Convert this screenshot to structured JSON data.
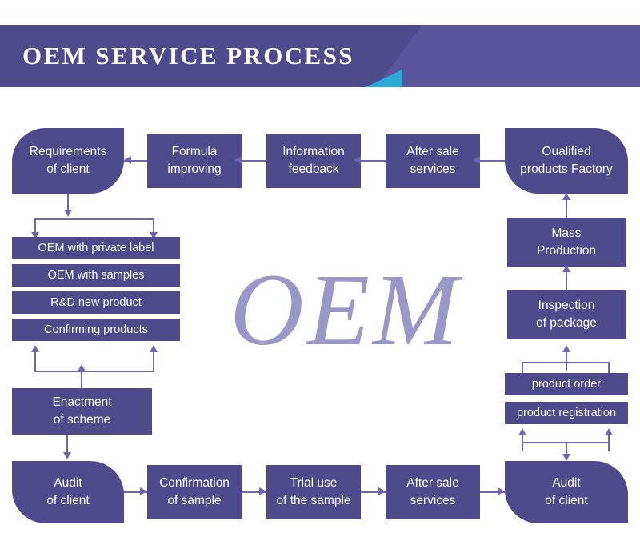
{
  "header": {
    "title": "OEM SERVICE PROCESS",
    "colors": {
      "banner_dark": "#4e4a8c",
      "banner_light": "#5b569b",
      "accent_cyan": "#29abd4"
    }
  },
  "watermark": {
    "text": "OEM",
    "color": "#9a98c6"
  },
  "palette": {
    "box_fill": "#4e4a8c",
    "box_text": "#ffffff",
    "connector": "#6c67ae",
    "page_background": "#ffffff"
  },
  "top_row": [
    {
      "name": "requirements-of-client",
      "line1": "Requirements",
      "line2": "of client",
      "shape": "leaf-a"
    },
    {
      "name": "formula-improving",
      "line1": "Formula",
      "line2": "improving",
      "shape": "rect"
    },
    {
      "name": "information-feedback",
      "line1": "Information",
      "line2": "feedback",
      "shape": "rect"
    },
    {
      "name": "after-sale-services-top",
      "line1": "After sale",
      "line2": "services",
      "shape": "rect"
    },
    {
      "name": "oualified-products-factory",
      "line1": "Oualified",
      "line2": "products Factory",
      "shape": "leaf-b"
    }
  ],
  "left_stack": [
    {
      "name": "oem-with-private-label",
      "label": "OEM with private label"
    },
    {
      "name": "oem-with-samples",
      "label": "OEM with samples"
    },
    {
      "name": "rd-new-product",
      "label": "R&D new product"
    },
    {
      "name": "confirming-products",
      "label": "Confirming products"
    }
  ],
  "left_lower": {
    "enactment": {
      "name": "enactment-of-scheme",
      "line1": "Enactment",
      "line2": "of scheme"
    }
  },
  "right_column": [
    {
      "name": "mass-production",
      "line1": "Mass",
      "line2": "Production"
    },
    {
      "name": "inspection-of-package",
      "line1": "Inspection",
      "line2": "of package"
    }
  ],
  "right_stack": [
    {
      "name": "product-order",
      "label": "product order"
    },
    {
      "name": "product-registration",
      "label": "product registration"
    }
  ],
  "bottom_row": [
    {
      "name": "audit-of-client-left",
      "line1": "Audit",
      "line2": "of client",
      "shape": "leaf-b"
    },
    {
      "name": "confirmation-of-sample",
      "line1": "Confirmation",
      "line2": "of sample",
      "shape": "rect"
    },
    {
      "name": "trial-use-of-the-sample",
      "line1": "Trial use",
      "line2": "of the sample",
      "shape": "rect"
    },
    {
      "name": "after-sale-services-bottom",
      "line1": "After sale",
      "line2": "services",
      "shape": "rect"
    },
    {
      "name": "audit-of-client-right",
      "line1": "Audit",
      "line2": "of client",
      "shape": "leaf-b"
    }
  ]
}
